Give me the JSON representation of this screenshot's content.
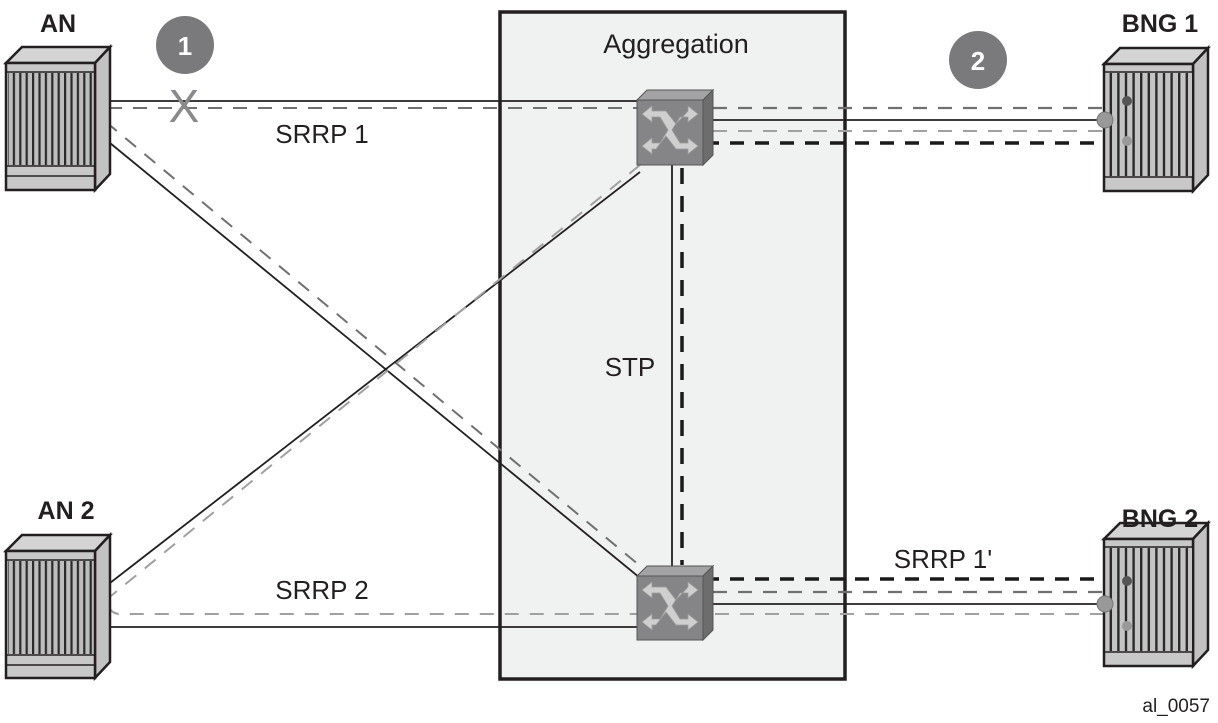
{
  "diagram": {
    "container": {
      "label": "Aggregation"
    },
    "nodes": {
      "an1": {
        "label": "AN",
        "type": "access-node"
      },
      "an2": {
        "label": "AN 2",
        "type": "access-node"
      },
      "bng1": {
        "label": "BNG 1",
        "type": "bng"
      },
      "bng2": {
        "label": "BNG 2",
        "type": "bng"
      },
      "sw_top": {
        "label": "",
        "type": "aggregation-switch"
      },
      "sw_bottom": {
        "label": "",
        "type": "aggregation-switch"
      }
    },
    "links": {
      "srrp1": "SRRP 1",
      "srrp2": "SRRP 2",
      "srrp1_prime": "SRRP 1'",
      "stp": "STP"
    },
    "callouts": [
      {
        "number": "1",
        "meaning": "link failure marker"
      },
      {
        "number": "2",
        "meaning": ""
      }
    ],
    "failure_marker": "X",
    "figure_id": "al_0057",
    "colors": {
      "solid_line": "#231f20",
      "dashed_dark": "#707070",
      "dashed_light": "#a0a0a0",
      "dashed_black": "#1a1a1a",
      "callout_fill": "#7a7a7c",
      "container_fill": "#f0f1f1",
      "switch_fill": "#858587"
    }
  }
}
